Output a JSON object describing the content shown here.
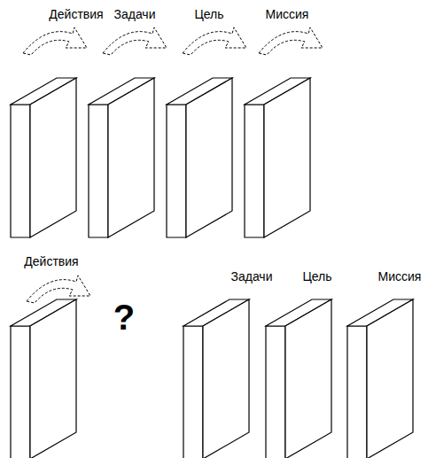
{
  "diagram": {
    "labels": [
      "Действия",
      "Задачи",
      "Цель",
      "Миссия",
      "Действия",
      "?",
      "Задачи",
      "Цель",
      "Миссия"
    ]
  }
}
